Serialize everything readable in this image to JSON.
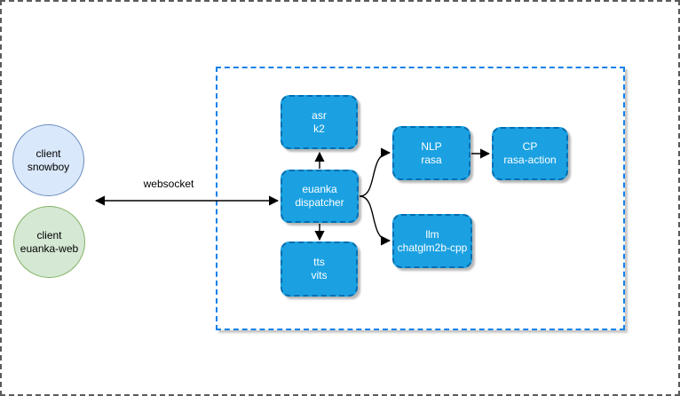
{
  "colors": {
    "service_fill": "#1ba1e2",
    "service_border": "#006eaf",
    "boundary_border": "#1480e8",
    "client_snowboy_fill": "#dae8fc",
    "client_snowboy_border": "#6c8ebf",
    "client_euanka_web_fill": "#d5e8d4",
    "client_euanka_web_border": "#82b366",
    "connector": "#000000"
  },
  "nodes": {
    "client_snowboy": {
      "lines": [
        "client",
        "snowboy"
      ]
    },
    "client_euanka_web": {
      "lines": [
        "client",
        "euanka-web"
      ]
    },
    "asr": {
      "lines": [
        "asr",
        "k2"
      ]
    },
    "dispatcher": {
      "lines": [
        "euanka",
        "dispatcher"
      ]
    },
    "tts": {
      "lines": [
        "tts",
        "vits"
      ]
    },
    "nlp": {
      "lines": [
        "NLP",
        "rasa"
      ]
    },
    "cp": {
      "lines": [
        "CP",
        "rasa-action"
      ]
    },
    "llm": {
      "lines": [
        "llm",
        "chatglm2b-cpp"
      ]
    }
  },
  "edges": [
    {
      "id": "websocket",
      "from": "client",
      "to": "euanka dispatcher",
      "label": "websocket",
      "direction": "both"
    },
    {
      "id": "dispatcher-asr",
      "from": "euanka dispatcher",
      "to": "asr k2"
    },
    {
      "id": "dispatcher-tts",
      "from": "euanka dispatcher",
      "to": "tts vits"
    },
    {
      "id": "dispatcher-nlp",
      "from": "euanka dispatcher",
      "to": "NLP rasa"
    },
    {
      "id": "dispatcher-llm",
      "from": "euanka dispatcher",
      "to": "llm chatglm2b-cpp"
    },
    {
      "id": "nlp-cp",
      "from": "NLP rasa",
      "to": "CP rasa-action"
    }
  ]
}
